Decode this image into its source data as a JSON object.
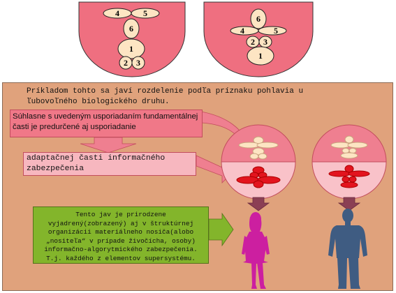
{
  "top_diagrams": {
    "left_labels": [
      "4",
      "5",
      "6",
      "1",
      "2",
      "3"
    ],
    "right_labels": [
      "6",
      "4",
      "5",
      "2",
      "3",
      "1"
    ]
  },
  "intro_text": "Príkladom tohto sa javí rozdelenie podľa príznaku pohlavia u ľubovoľného biologického druhu.",
  "pink_box_1": "Súhlasne s uvedeným usporiadaním fundamentálnej časti je predurčené aj usporiadanie",
  "pink_box_2": "adaptačnej časti informačného zabezpečenia",
  "green_box": "Tento jav je prirodzene vyjadrený(zobrazený) aj v štruktúrnej organizácii materiálneho nosiča(alobo „nositeľa“ v prípade živočícha, osoby) informačno-algorytmického zabezpečenia. T.j. každého z elementov supersystému.",
  "colors": {
    "bowl_pink": "#ef6f80",
    "panel_tan": "#e0a27c",
    "female_magenta": "#cc1fa0",
    "male_blue": "#3f5c82",
    "arrow_pink": "#ef7f90",
    "green_box": "#83b52b",
    "red_shape": "#e3141e"
  }
}
